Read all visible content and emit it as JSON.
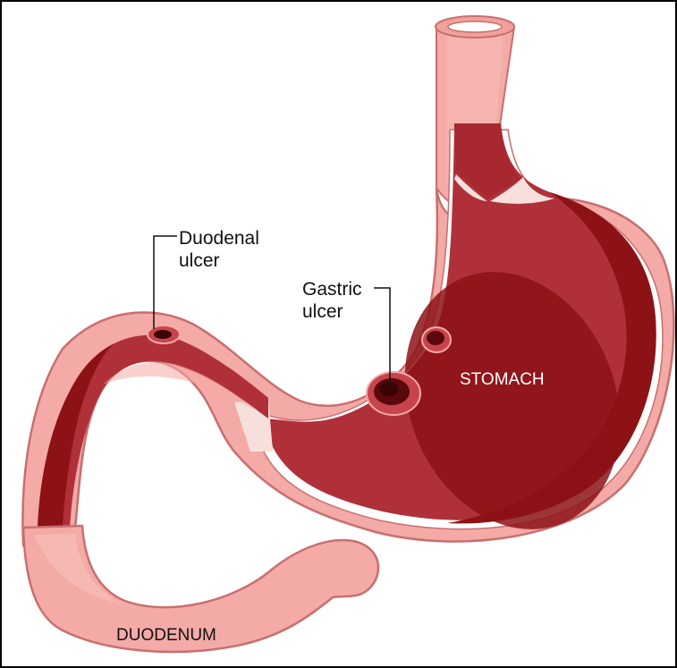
{
  "labels": {
    "duodenal_line1": "Duodenal",
    "duodenal_line2": "ulcer",
    "gastric_line1": "Gastric",
    "gastric_line2": "ulcer",
    "stomach": "STOMACH",
    "duodenum": "DUODENUM"
  },
  "colors": {
    "outer_pink": "#f4aaa6",
    "outline": "#c86f6f",
    "wall_red": "#b0303a",
    "deep_red": "#8c1216",
    "dark_red": "#7a0d11",
    "ulcer": "#5a080c"
  }
}
